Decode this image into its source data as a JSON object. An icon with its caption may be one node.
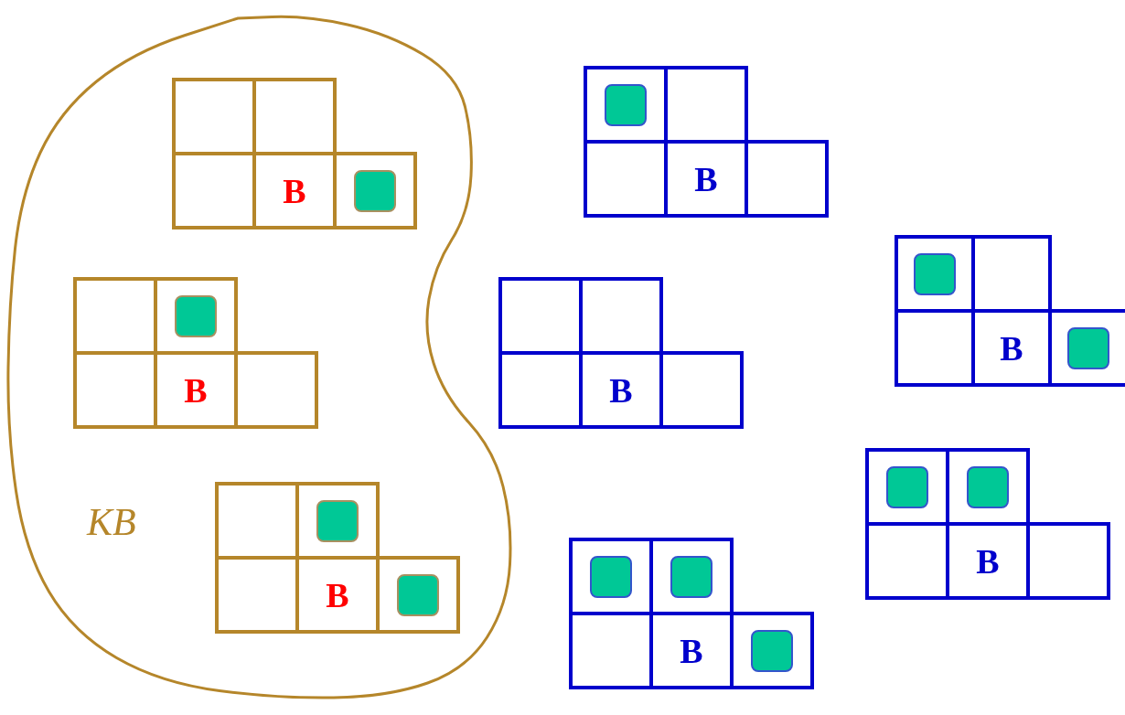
{
  "diagram": {
    "nodes": [
      {
        "text": [
          "KB"
        ]
      },
      {
        "text": [
          "B"
        ],
        "in": 0
      },
      {
        "text": [
          "B"
        ],
        "in": 0
      },
      {
        "text": [
          "B"
        ],
        "in": 0
      },
      {
        "text": [
          "B"
        ]
      },
      {
        "text": [
          "B"
        ]
      },
      {
        "text": [
          "B"
        ]
      },
      {
        "text": [
          "B"
        ]
      },
      {
        "text": [
          "B"
        ]
      }
    ]
  }
}
